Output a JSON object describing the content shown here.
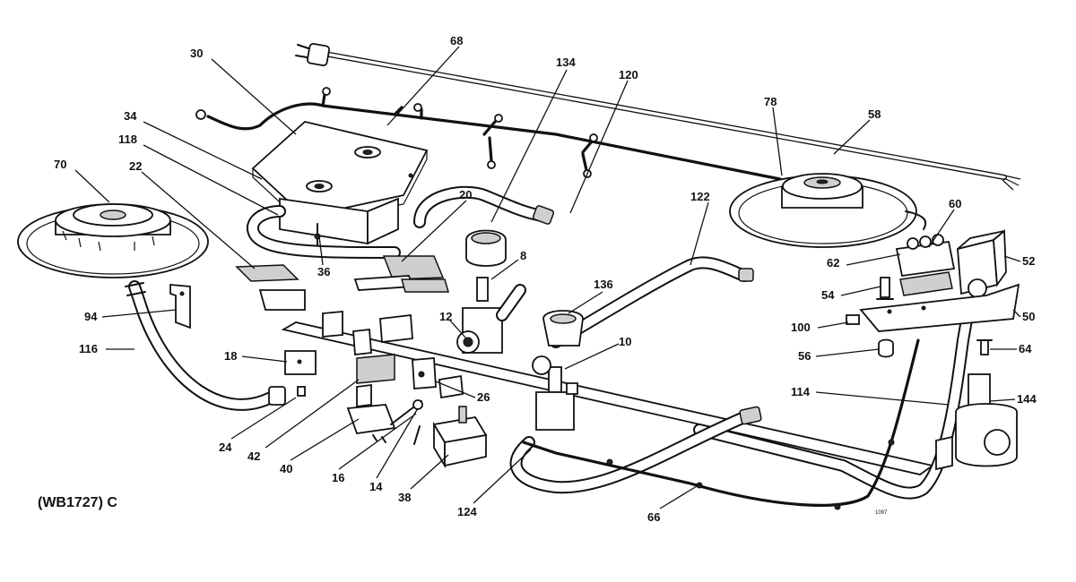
{
  "diagram": {
    "caption": "(WB1727) C",
    "stamp": "1097",
    "callouts": [
      {
        "id": "c68",
        "text": "68"
      },
      {
        "id": "c30",
        "text": "30"
      },
      {
        "id": "c134",
        "text": "134"
      },
      {
        "id": "c120",
        "text": "120"
      },
      {
        "id": "c34",
        "text": "34"
      },
      {
        "id": "c118",
        "text": "118"
      },
      {
        "id": "c78",
        "text": "78"
      },
      {
        "id": "c58",
        "text": "58"
      },
      {
        "id": "c70",
        "text": "70"
      },
      {
        "id": "c22",
        "text": "22"
      },
      {
        "id": "c20",
        "text": "20"
      },
      {
        "id": "c122",
        "text": "122"
      },
      {
        "id": "c60",
        "text": "60"
      },
      {
        "id": "c8",
        "text": "8"
      },
      {
        "id": "c52",
        "text": "52"
      },
      {
        "id": "c62",
        "text": "62"
      },
      {
        "id": "c36",
        "text": "36"
      },
      {
        "id": "c54",
        "text": "54"
      },
      {
        "id": "c136",
        "text": "136"
      },
      {
        "id": "c50",
        "text": "50"
      },
      {
        "id": "c94",
        "text": "94"
      },
      {
        "id": "c12",
        "text": "12"
      },
      {
        "id": "c100",
        "text": "100"
      },
      {
        "id": "c64",
        "text": "64"
      },
      {
        "id": "c116",
        "text": "116"
      },
      {
        "id": "c10",
        "text": "10"
      },
      {
        "id": "c56",
        "text": "56"
      },
      {
        "id": "c18",
        "text": "18"
      },
      {
        "id": "c114",
        "text": "114"
      },
      {
        "id": "c144",
        "text": "144"
      },
      {
        "id": "c26",
        "text": "26"
      },
      {
        "id": "c24",
        "text": "24"
      },
      {
        "id": "c42",
        "text": "42"
      },
      {
        "id": "c40",
        "text": "40"
      },
      {
        "id": "c16",
        "text": "16"
      },
      {
        "id": "c14",
        "text": "14"
      },
      {
        "id": "c38",
        "text": "38"
      },
      {
        "id": "c124",
        "text": "124"
      },
      {
        "id": "c66",
        "text": "66"
      }
    ]
  }
}
